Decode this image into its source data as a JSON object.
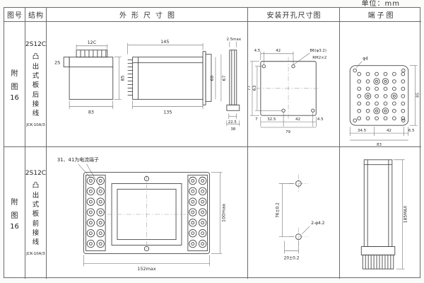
{
  "page": {
    "unit": "单位：mm"
  },
  "headers": {
    "fig": "图号",
    "structure": "结构",
    "outline": "外形尺寸图",
    "install": "安装开孔尺寸图",
    "terminal": "端子图"
  },
  "row1": {
    "fig": {
      "l1": "附",
      "l2": "图",
      "l3": "16"
    },
    "structure": {
      "model": "2S12C",
      "desc": "凸出式板后接线",
      "code": "JCK-10A/3"
    },
    "outline": {
      "top_block": "12C",
      "side_block": "2S",
      "width": "83",
      "height": "85",
      "total_len": "145",
      "body_len": "135",
      "inner_h": "60",
      "outer_h": "67",
      "plate_t": "2.5max",
      "base_w1": "22.5",
      "base_w2": "38"
    },
    "install": {
      "top1": "4.5",
      "top2": "42",
      "hole_label": "B6(φ3.2)",
      "thread_label": "RM2×2",
      "h_total": "77",
      "h_inner": "63",
      "bottom_off": "7",
      "b1": "32.5",
      "b2": "42",
      "b3": "4.5",
      "width_total": "79"
    },
    "terminal": {
      "hole": "φ4",
      "b1": "34.5",
      "b2": "42",
      "b3": "6.5",
      "width": "83",
      "height": "85"
    }
  },
  "row2": {
    "fig": {
      "l1": "附",
      "l2": "图",
      "l3": "16"
    },
    "structure": {
      "model": "2S12C",
      "desc": "凸出式板前接线",
      "code": "JCK-10A/3"
    },
    "outline": {
      "note": "31、41为电流端子",
      "width": "152max",
      "height": "100max"
    },
    "install": {
      "spacing": "76±0.2",
      "holes": "2-φ4.2",
      "offset": "20±0.2"
    },
    "terminal": {
      "height": "185MAX"
    }
  }
}
